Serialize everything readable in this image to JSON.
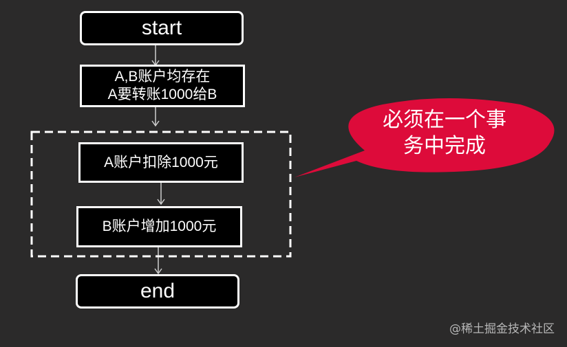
{
  "nodes": {
    "start": "start",
    "precondition": {
      "line1": "A,B账户均存在",
      "line2": "A要转账1000给B"
    },
    "debit": "A账户扣除1000元",
    "credit": "B账户增加1000元",
    "end": "end"
  },
  "callout": {
    "line1": "必须在一个事",
    "line2": "务中完成"
  },
  "watermark": "@稀土掘金技术社区",
  "colors": {
    "background": "#2b2a2a",
    "box": "#000000",
    "border": "#ffffff",
    "callout": "#dd0b3a"
  }
}
